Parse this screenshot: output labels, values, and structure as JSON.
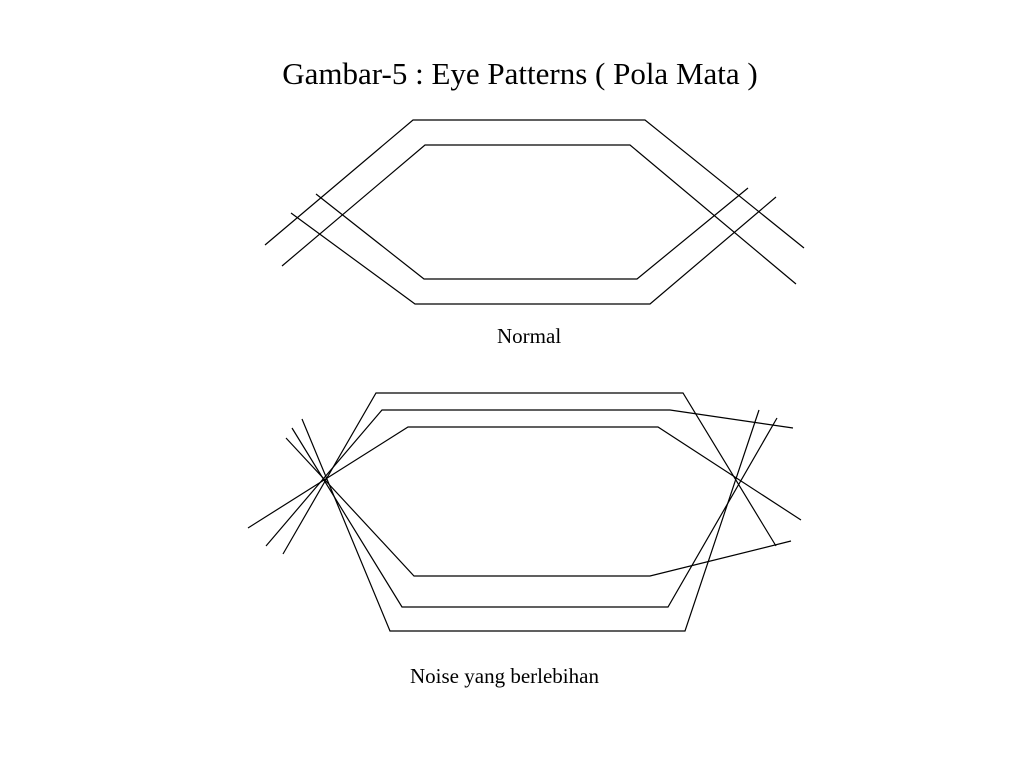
{
  "title": "Gambar-5 : Eye Patterns ( Pola Mata )",
  "diagrams": [
    {
      "caption": "Normal"
    },
    {
      "caption": "Noise yang berlebihan"
    }
  ]
}
